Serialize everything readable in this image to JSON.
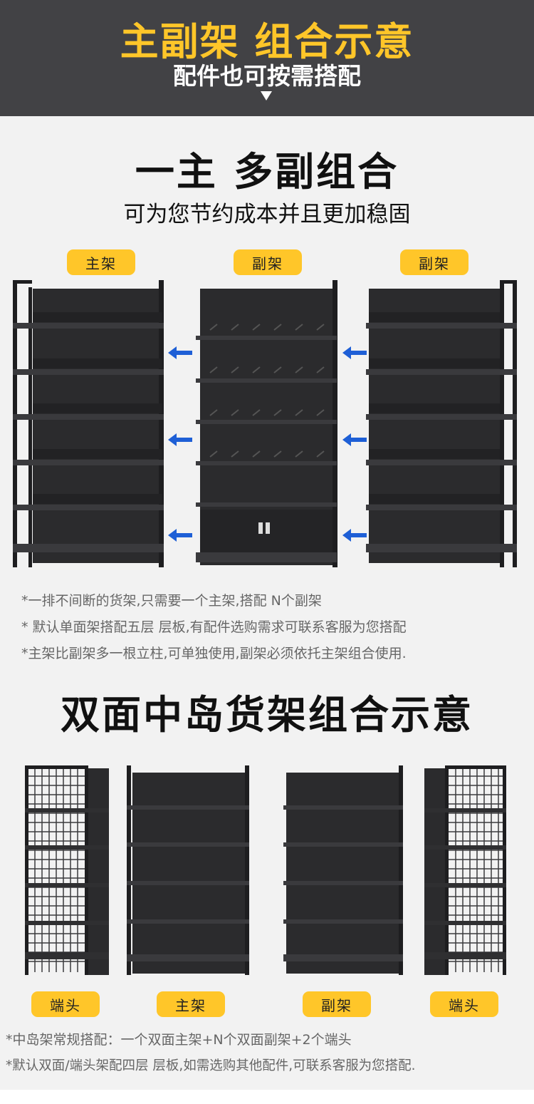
{
  "header": {
    "title": "主副架 组合示意",
    "subtitle": "配件也可按需搭配",
    "arrow_icon": "triangle-down-icon"
  },
  "section1": {
    "title": "一主 多副组合",
    "subtitle": "可为您节约成本并且更加稳固",
    "labels": [
      "主架",
      "副架",
      "副架"
    ],
    "notes": [
      "*一排不间断的货架,只需要一个主架,搭配 N个副架",
      "* 默认单面架搭配五层 层板,有配件选购需求可联系客服为您搭配",
      "*主架比副架多一根立柱,可单独使用,副架必须依托主架组合使用."
    ]
  },
  "section2": {
    "title": "双面中岛货架组合示意",
    "labels": [
      "端头",
      "主架",
      "副架",
      "端头"
    ],
    "notes": [
      "*中岛架常规搭配：一个双面主架+N个双面副架+2个端头",
      "*默认双面/端头架配四层 层板,如需选购其他配件,可联系客服为您搭配."
    ]
  },
  "colors": {
    "header_bg": "#424245",
    "accent": "#ffc629",
    "arrow": "#1e5fd6",
    "shelf": "#2a2a2c"
  }
}
